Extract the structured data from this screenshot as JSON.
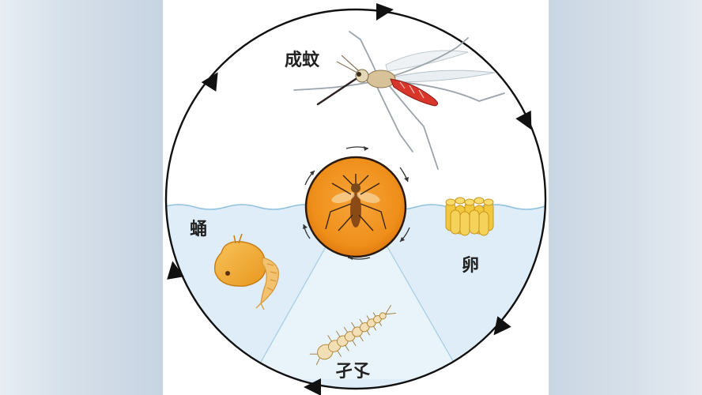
{
  "diagram": {
    "stages": {
      "adult": "成蚊",
      "egg": "卵",
      "larva": "孑孓",
      "pupa": "蛹"
    },
    "colors": {
      "water": "#deedf7",
      "water_line": "#8fc0dc",
      "center_disc": "#f39a1f",
      "egg": "#f2c93c",
      "pupa": "#f5b23f",
      "mosquito_abdomen": "#d9362b"
    }
  }
}
